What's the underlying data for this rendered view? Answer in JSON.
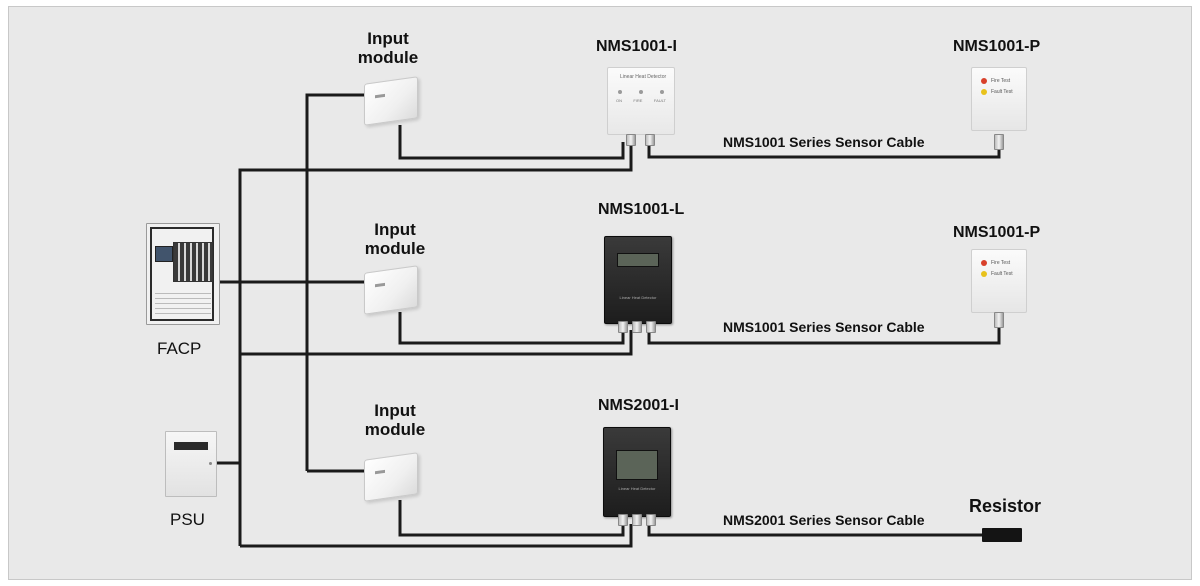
{
  "labels": {
    "input_module_1": "Input\nmodule",
    "input_module_2": "Input\nmodule",
    "input_module_3": "Input\nmodule",
    "model_1": "NMS1001-I",
    "model_p_1": "NMS1001-P",
    "model_2": "NMS1001-L",
    "model_p_2": "NMS1001-P",
    "model_3": "NMS2001-I",
    "cable_1": "NMS1001 Series Sensor Cable",
    "cable_2": "NMS1001 Series Sensor Cable",
    "cable_3": "NMS2001 Series Sensor Cable",
    "facp": "FACP",
    "psu": "PSU",
    "resistor": "Resistor"
  },
  "device_text": {
    "detector_title": "Linear Heat Detector",
    "led_a": "ON",
    "led_b": "FIRE",
    "led_c": "FAULT",
    "fire_test": "Fire Test",
    "fault_test": "Fault Test"
  },
  "colors": {
    "background": "#e9e9e9",
    "wire": "#1a1a1a",
    "fire_led": "#d8402a",
    "fault_led": "#e8c21c"
  }
}
